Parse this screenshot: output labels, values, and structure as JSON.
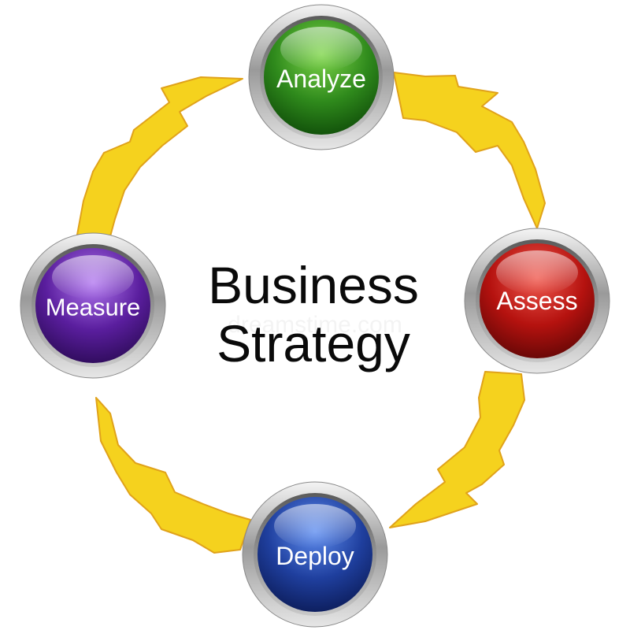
{
  "diagram": {
    "title_lines": [
      "Business",
      "Strategy"
    ],
    "nodes": [
      {
        "id": "analyze",
        "label": "Analyze",
        "color": "#2f8a1c"
      },
      {
        "id": "assess",
        "label": "Assess",
        "color": "#b5120f"
      },
      {
        "id": "deploy",
        "label": "Deploy",
        "color": "#1f3f9e"
      },
      {
        "id": "measure",
        "label": "Measure",
        "color": "#5a1e9e"
      }
    ],
    "arrow_color": "#f5d21e",
    "arrow_outline": "#e0a21a",
    "watermark": "dreamstime.com"
  }
}
